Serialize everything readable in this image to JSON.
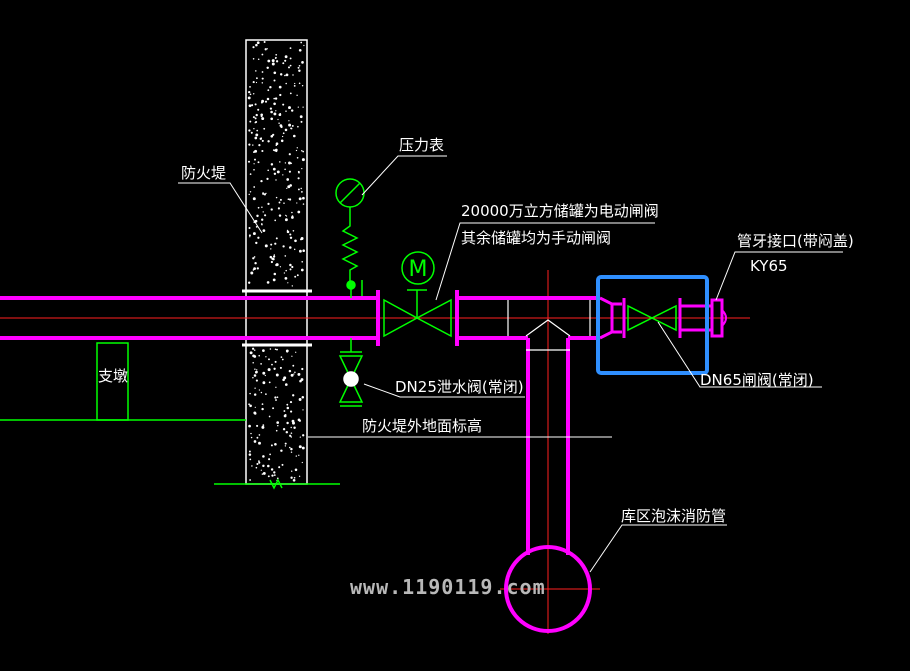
{
  "labels": {
    "firewall": "防火堤",
    "pressure_gauge": "压力表",
    "valve_note_line1": "20000万立方储罐为电动闸阀",
    "valve_note_line2": "其余储罐均为手动闸阀",
    "pipe_thread": "管牙接口(带闷盖)",
    "pipe_thread_model": "KY65",
    "support": "支墩",
    "drain_valve": "DN25泄水阀(常闭)",
    "gate_valve_dn65": "DN65闸阀(常闭)",
    "ground_level": "防火堤外地面标高",
    "foam_pipe": "库区泡沫消防管",
    "motor_symbol": "M"
  },
  "watermark": "www.1190119.com",
  "colors": {
    "background": "#000000",
    "pipe": "#ff00ff",
    "equipment": "#00ff00",
    "leader": "#ffffff",
    "centerline": "#ff2020",
    "highlight": "#2f8fff",
    "label": "#ffffff"
  }
}
